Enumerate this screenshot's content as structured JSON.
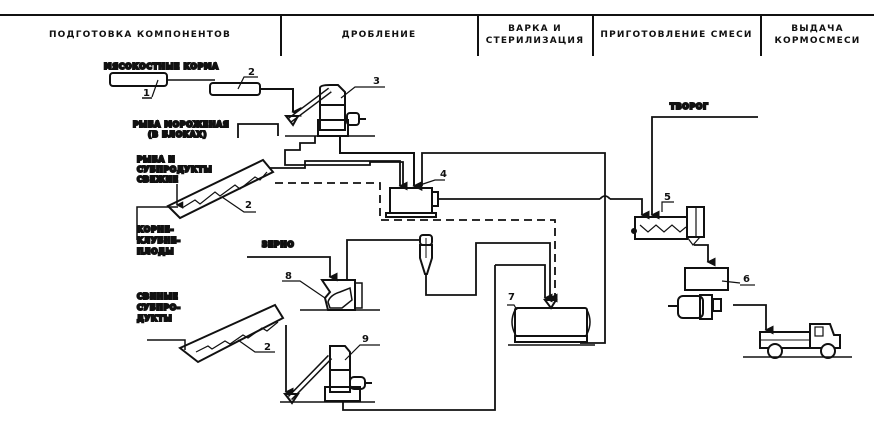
{
  "header": {
    "stages": [
      {
        "label": "Подготовка компонентов"
      },
      {
        "label": "Дробление"
      },
      {
        "label": "Варка и стерилизация"
      },
      {
        "label": "Приготовление смеси"
      },
      {
        "label": "Выдача кормосмеси"
      }
    ]
  },
  "inputs": {
    "meat_bone": "Мясокостные корма",
    "frozen_fish_1": "Рыба мороженая",
    "frozen_fish_2": "(в блоках)",
    "fresh_fish_1": "Рыба и",
    "fresh_fish_2": "субпродукты",
    "fresh_fish_3": "свежие",
    "roots_1": "Корне-",
    "roots_2": "клубне-",
    "roots_3": "плоды",
    "grain": "Зерно",
    "pork_1": "Свиные",
    "pork_2": "субпро-",
    "pork_3": "дукты",
    "curd": "Творог"
  },
  "equipment_numbers": {
    "n1": "1",
    "n2a": "2",
    "n2b": "2",
    "n2c": "2",
    "n3": "3",
    "n4": "4",
    "n5": "5",
    "n6": "6",
    "n7": "7",
    "n8": "8",
    "n9": "9"
  }
}
